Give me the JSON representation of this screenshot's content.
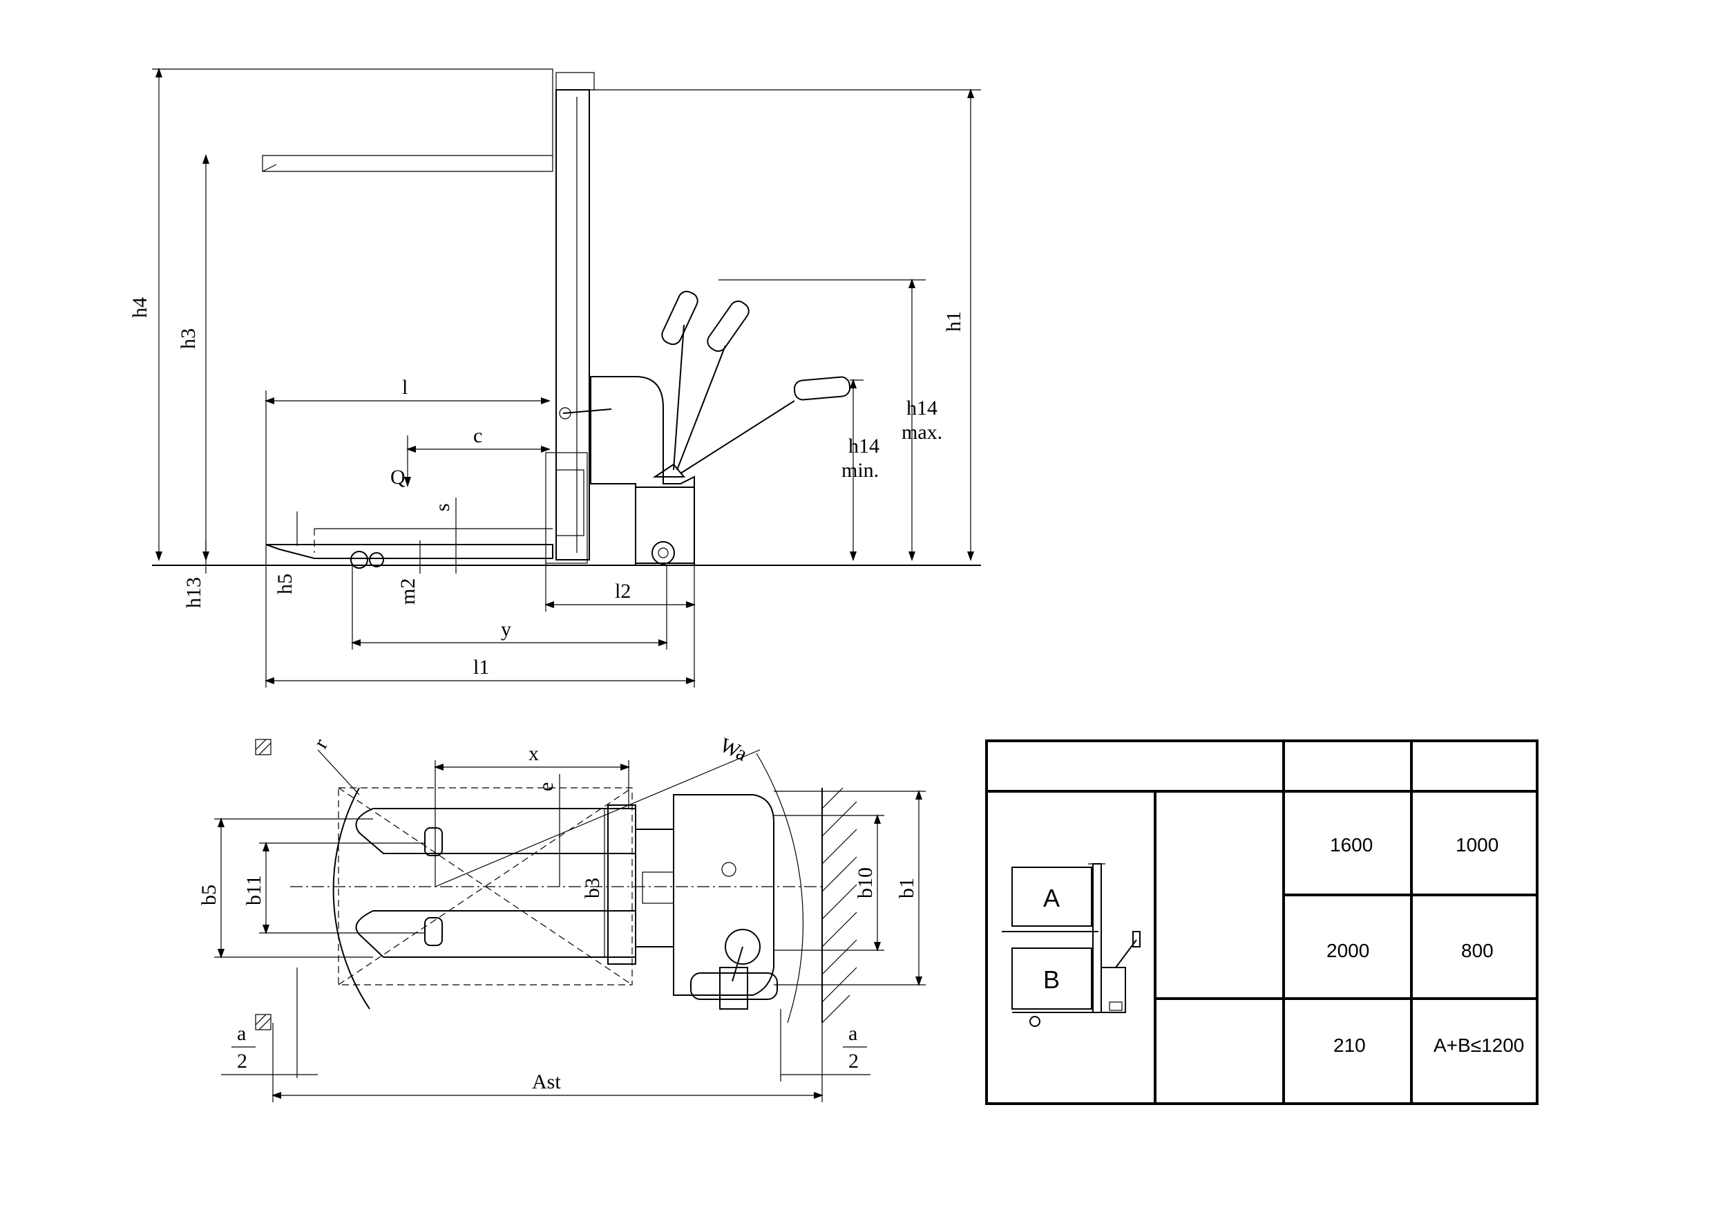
{
  "side_view": {
    "dims": {
      "h1": "h1",
      "h3": "h3",
      "h4": "h4",
      "h5": "h5",
      "h13": "h13",
      "h14_max": "h14",
      "h14_max_note": "max.",
      "h14_min": "h14",
      "h14_min_note": "min.",
      "l": "l",
      "l1": "l1",
      "l2": "l2",
      "c": "c",
      "y": "y",
      "s": "s",
      "m2": "m2",
      "Q": "Q"
    }
  },
  "top_view": {
    "dims": {
      "x": "x",
      "e": "e",
      "r": "r",
      "Wa": "Wa",
      "b1": "b1",
      "b3": "b3",
      "b5": "b5",
      "b10": "b10",
      "b11": "b11",
      "Ast": "Ast",
      "a_left": "a",
      "two_left": "2",
      "a_right": "a",
      "two_right": "2"
    }
  },
  "table": {
    "rows": [
      {
        "col3": "1600",
        "col4": "1000"
      },
      {
        "col3": "2000",
        "col4": "800"
      },
      {
        "col3": "210",
        "col4": "A+B≤1200"
      }
    ],
    "pallet_upper": "A",
    "pallet_lower": "B"
  }
}
